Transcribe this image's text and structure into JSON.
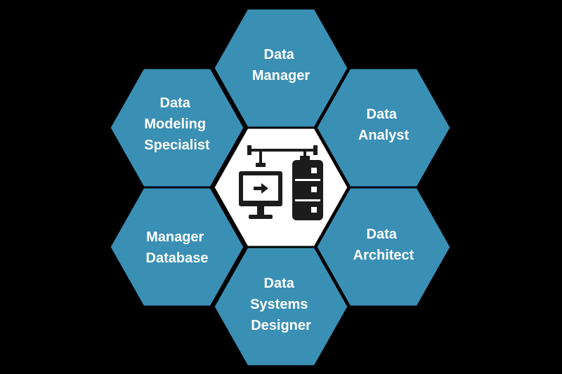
{
  "diagram": {
    "center_icon": "computer-server-connection-icon",
    "roles": [
      {
        "id": "top",
        "lines": [
          "Data",
          "Manager"
        ]
      },
      {
        "id": "upper-right",
        "lines": [
          "Data",
          "Analyst"
        ]
      },
      {
        "id": "lower-right",
        "lines": [
          "Data",
          "Architect"
        ]
      },
      {
        "id": "bottom",
        "lines": [
          "Data",
          "Systems",
          "Designer"
        ]
      },
      {
        "id": "lower-left",
        "lines": [
          "Manager",
          "Database"
        ]
      },
      {
        "id": "upper-left",
        "lines": [
          "Data",
          "Modeling",
          "Specialist"
        ]
      }
    ]
  },
  "colors": {
    "background": "#000000",
    "hex_fill": "#3a8fb5",
    "center_fill": "#ffffff",
    "icon": "#1c1c1c",
    "text": "#ffffff"
  }
}
